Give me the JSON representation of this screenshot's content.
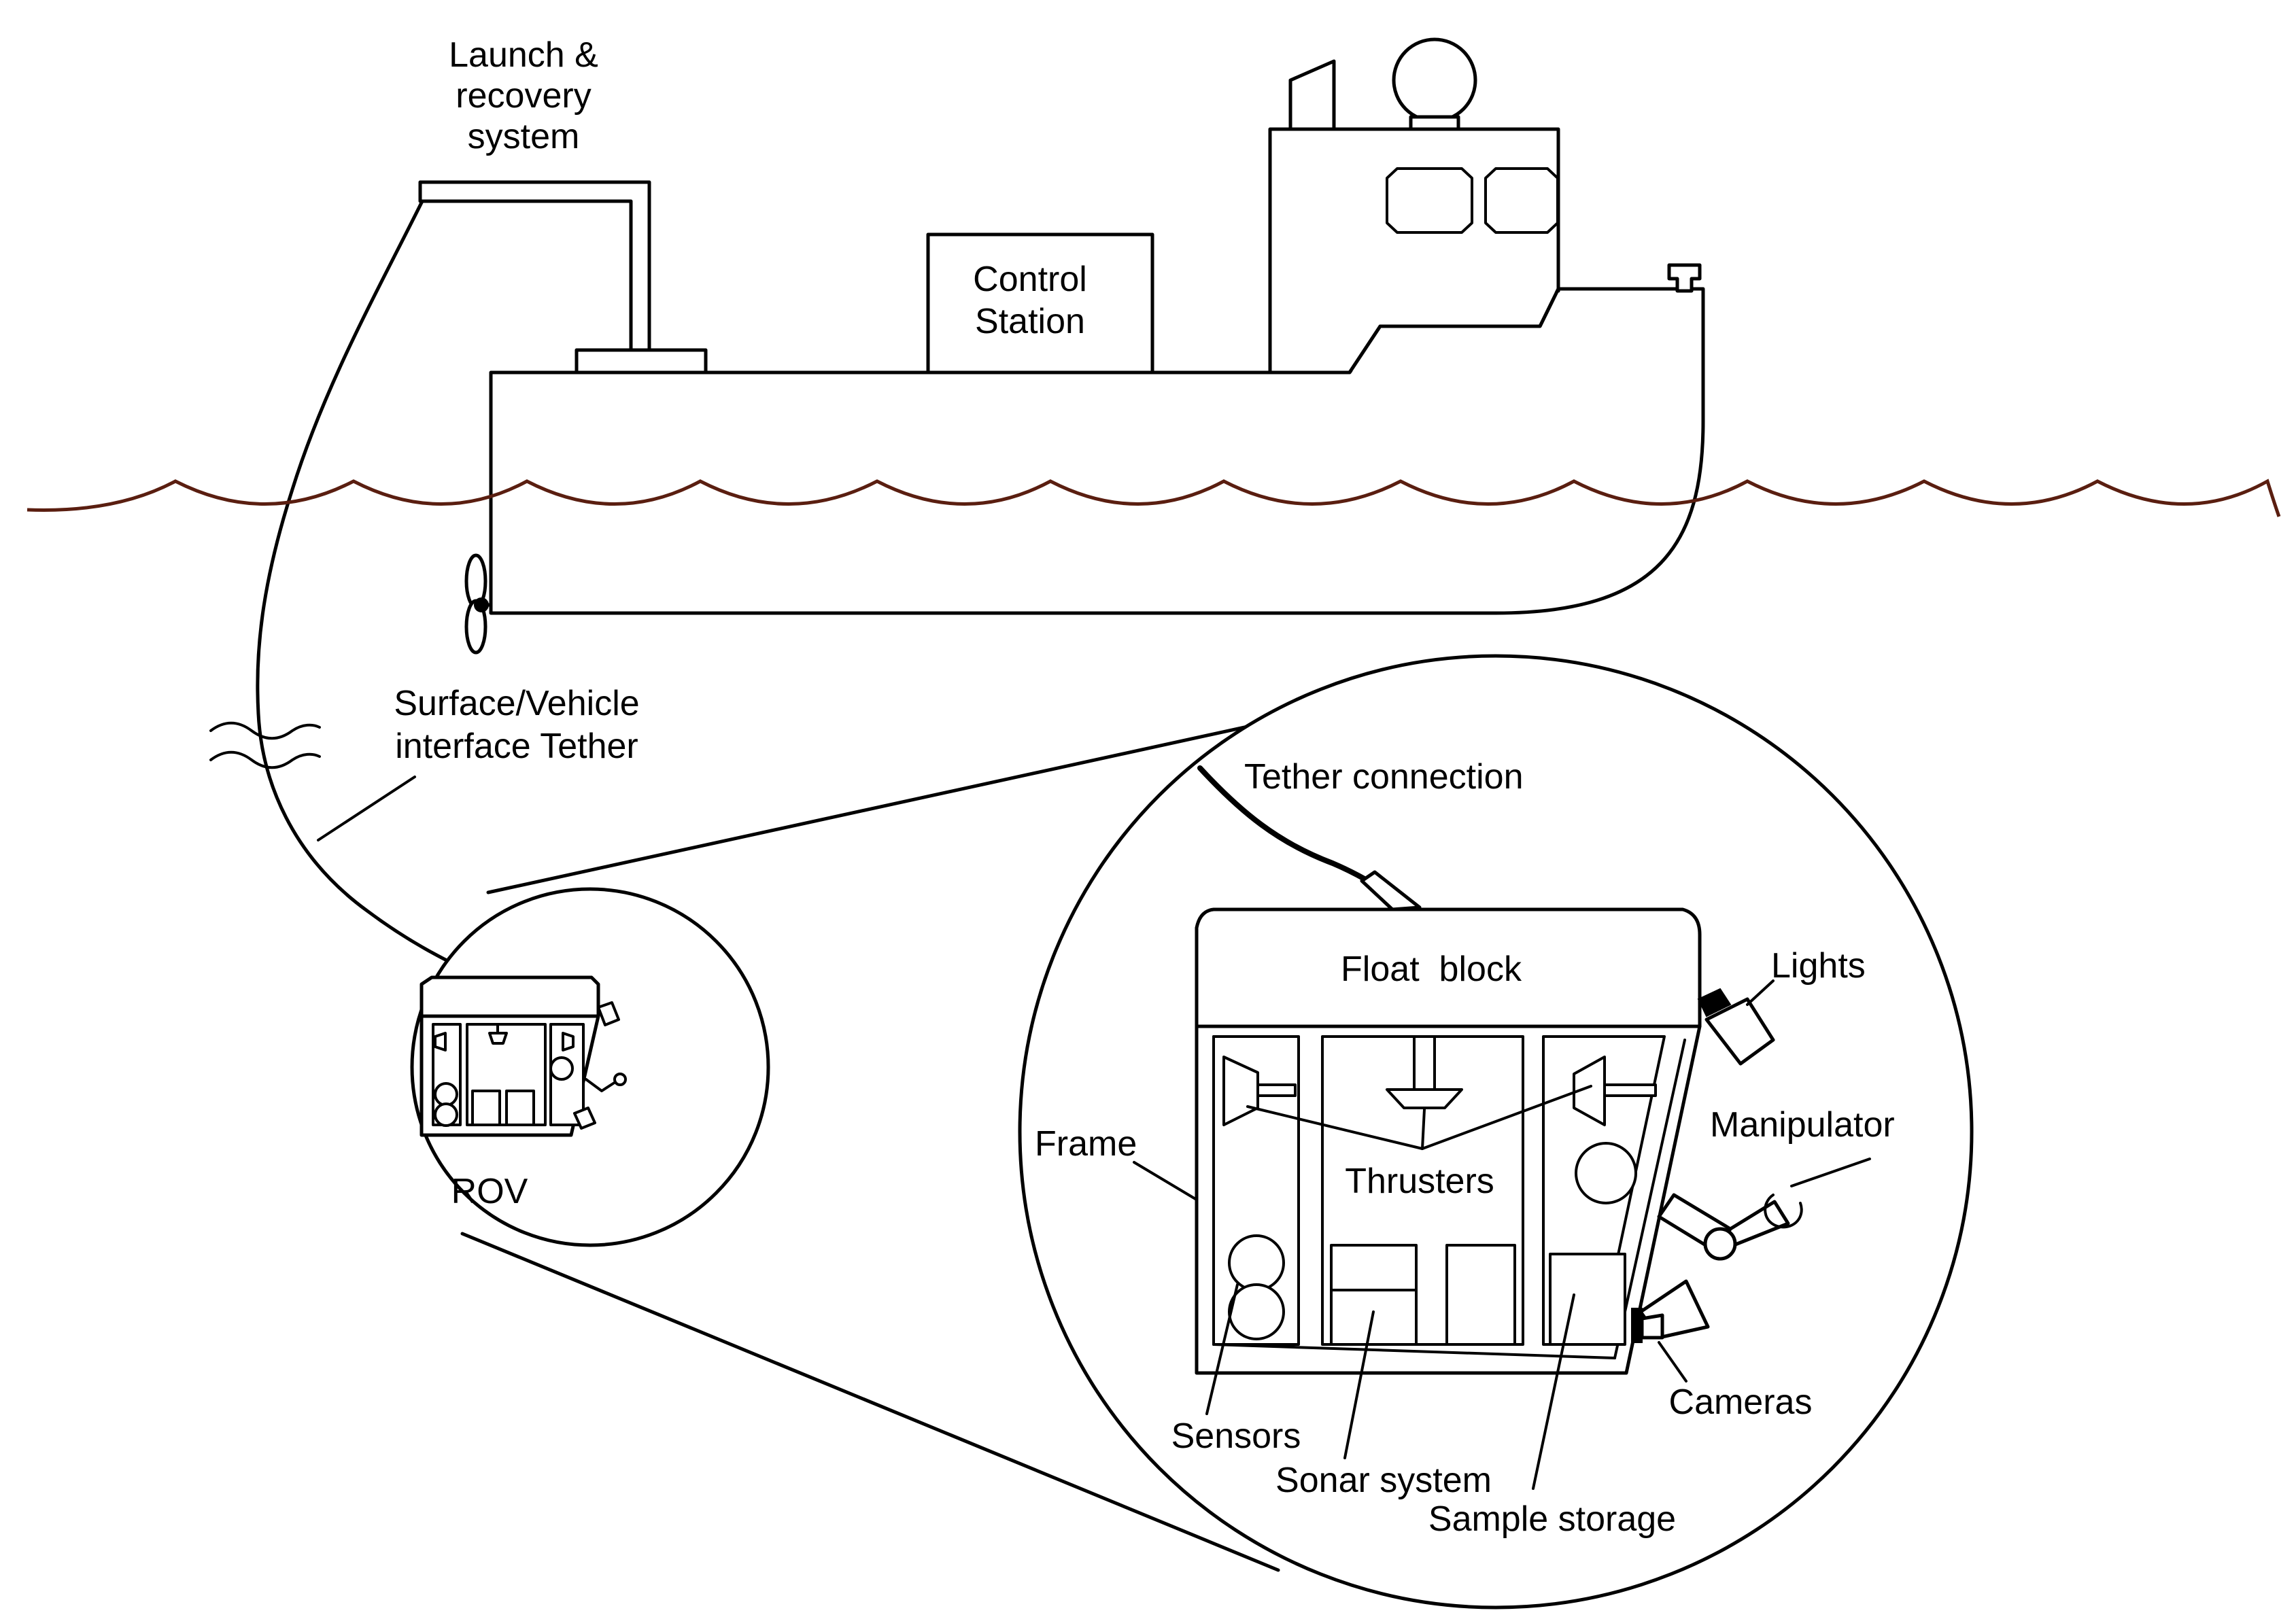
{
  "labels": {
    "launch_recovery": [
      "Launch &",
      "recovery",
      "system"
    ],
    "control_station": [
      "Control",
      "Station"
    ],
    "tether": [
      "Surface/Vehicle",
      "interface Tether"
    ],
    "rov": "ROV",
    "tether_connection": "Tether connection",
    "float_block": "Float  block",
    "lights": "Lights",
    "frame": "Frame",
    "manipulator": "Manipulator",
    "thrusters": "Thrusters",
    "sensors": "Sensors",
    "cameras": "Cameras",
    "sonar_system": "Sonar system",
    "sample_storage": "Sample storage"
  },
  "colors": {
    "line": "#000000",
    "water": "#5a1e10",
    "background": "#ffffff"
  }
}
